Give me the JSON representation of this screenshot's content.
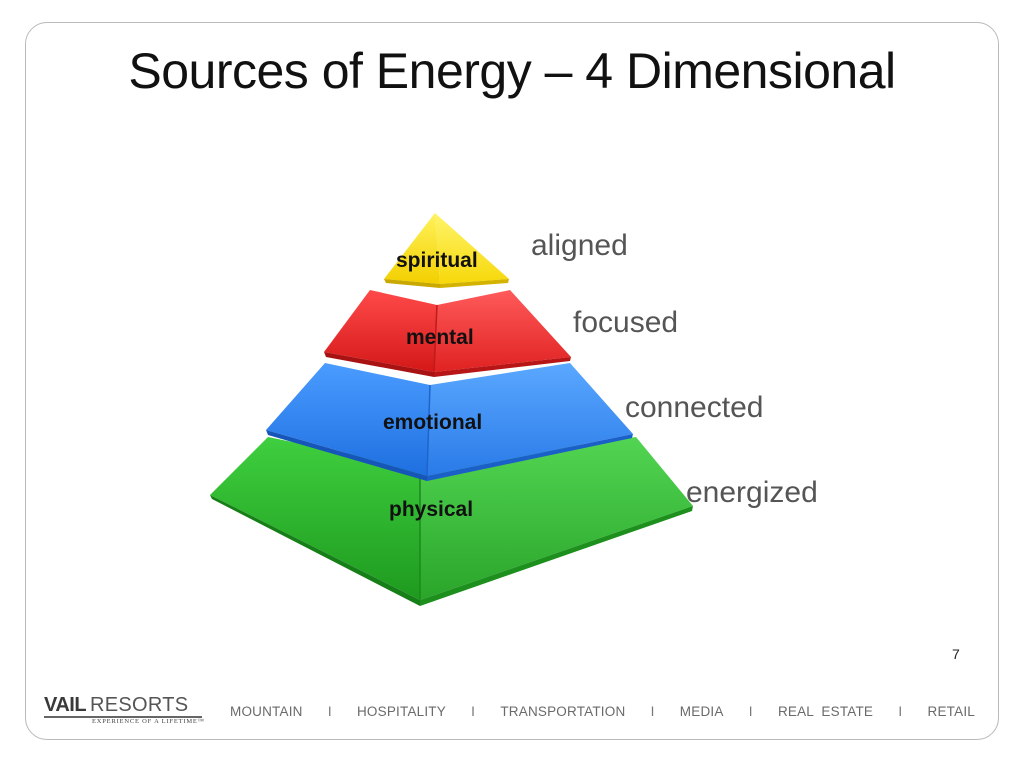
{
  "slide": {
    "title": "Sources of Energy – 4 Dimensional",
    "page_number": "7"
  },
  "pyramid": {
    "layers": [
      {
        "label": "spiritual",
        "outcome": "aligned",
        "color": "#ffe014"
      },
      {
        "label": "mental",
        "outcome": "focused",
        "color": "#ee2a2a"
      },
      {
        "label": "emotional",
        "outcome": "connected",
        "color": "#2f86f5"
      },
      {
        "label": "physical",
        "outcome": "energized",
        "color": "#25b325"
      }
    ]
  },
  "footer": {
    "logo": {
      "word1": "VAIL",
      "word2": "RESORTS",
      "tagline": "EXPERIENCE OF A LIFETIME™"
    },
    "nav": [
      "MOUNTAIN",
      "HOSPITALITY",
      "TRANSPORTATION",
      "MEDIA",
      "REAL  ESTATE",
      "RETAIL"
    ],
    "separator": "I"
  }
}
